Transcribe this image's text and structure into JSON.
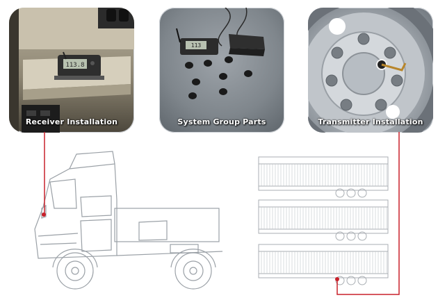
{
  "panels": [
    {
      "caption": "Receiver Installation"
    },
    {
      "caption": "System Group Parts"
    },
    {
      "caption": "Transmitter Installation"
    }
  ],
  "receiver_display": {
    "reading": "113.8"
  },
  "parts_display": {
    "reading": "113"
  },
  "colors": {
    "connector_line": "#c8202a",
    "outline": "#9aa0a6",
    "panel_border": "#cfd3d8"
  },
  "icons": [
    "receiver-monitor-icon",
    "sensor-cap-icon",
    "valve-stem-icon"
  ]
}
